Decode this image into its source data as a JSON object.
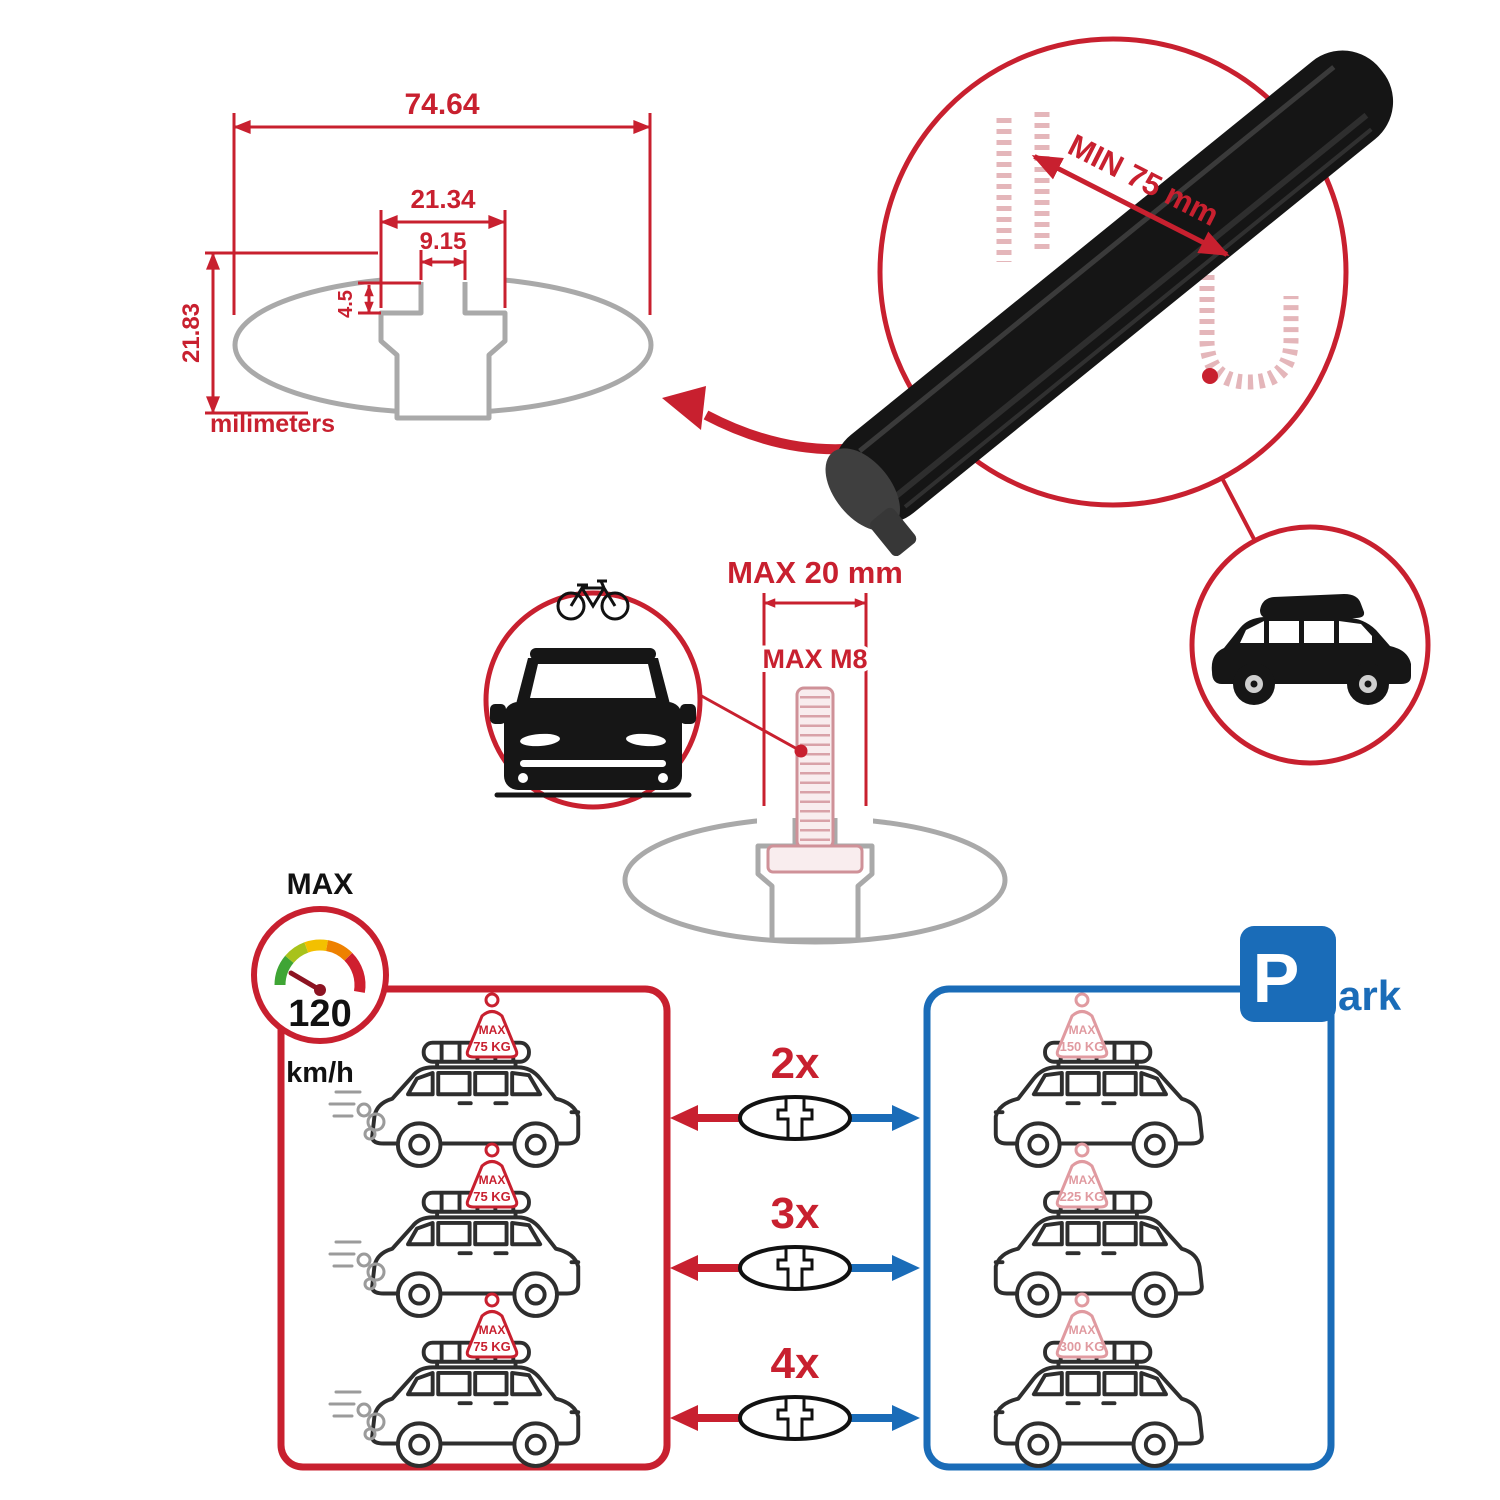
{
  "colors": {
    "accent_red": "#c8202f",
    "accent_blue": "#1a6cb8",
    "bolt_pink": "#cf9198",
    "profile_gray": "#a9a9a9"
  },
  "dimensions": {
    "total_width": "74.64",
    "slot_outer_width": "21.34",
    "slot_inner_width": "9.15",
    "slot_depth": "4.5",
    "total_height": "21.83",
    "units": "milimeters"
  },
  "crossbar": {
    "min_length": "MIN 75 mm"
  },
  "bolt": {
    "max_width": "MAX 20 mm",
    "max_thread": "MAX M8"
  },
  "speed": {
    "label": "MAX",
    "value": "120",
    "unit": "km/h"
  },
  "left_panel": {
    "cars": [
      {
        "max": "MAX",
        "load": "75 KG"
      },
      {
        "max": "MAX",
        "load": "75 KG"
      },
      {
        "max": "MAX",
        "load": "75 KG"
      }
    ]
  },
  "counts": [
    {
      "label": "2x"
    },
    {
      "label": "3x"
    },
    {
      "label": "4x"
    }
  ],
  "right_panel": {
    "park_p": "P",
    "park_ark": "ark",
    "cars": [
      {
        "max": "MAX",
        "load": "150 KG"
      },
      {
        "max": "MAX",
        "load": "225 KG"
      },
      {
        "max": "MAX",
        "load": "300 KG"
      }
    ]
  }
}
